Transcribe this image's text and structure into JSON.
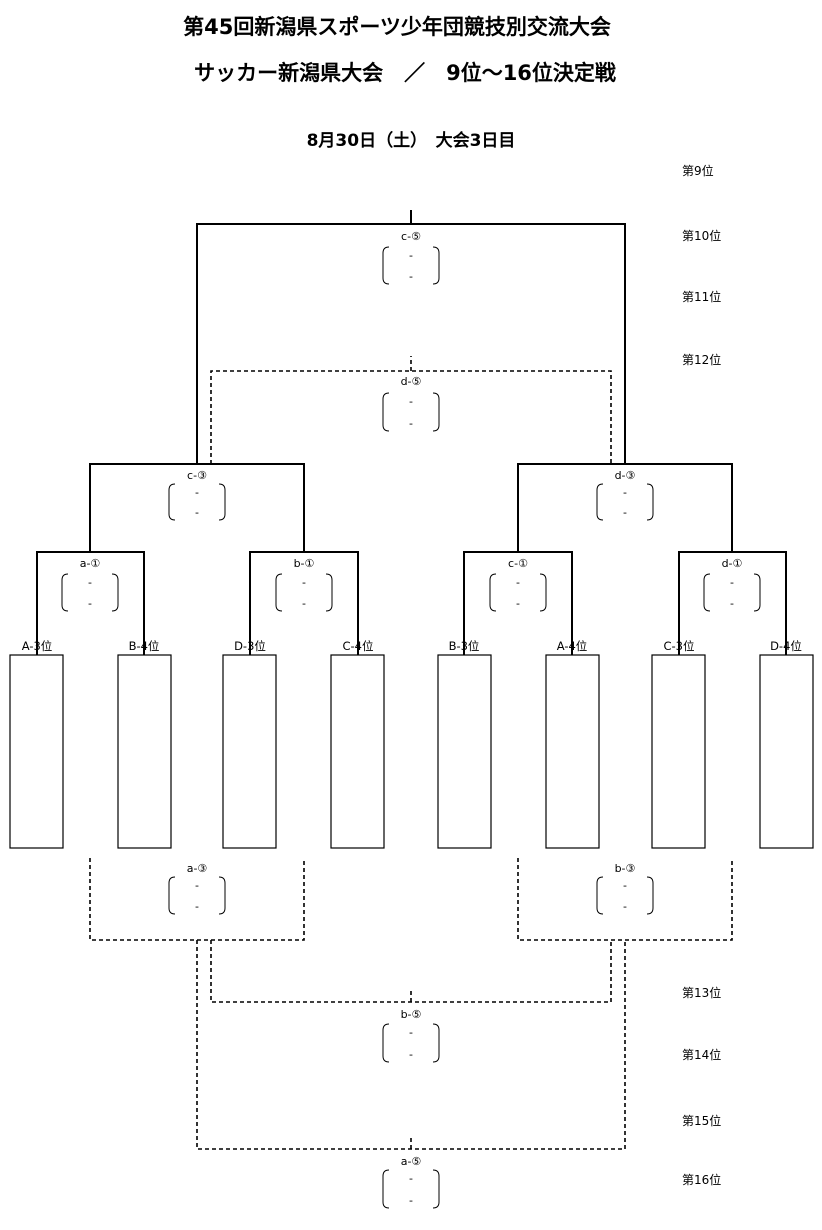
{
  "title_line1": "第45回新潟県スポーツ少年団競技別交流大会",
  "title_line2": "サッカー新潟県大会　／　9位～16位決定戦",
  "date_line": "8月30日（土）　大会3日目",
  "ranks": {
    "r9": "第9位",
    "r10": "第10位",
    "r11": "第11位",
    "r12": "第12位",
    "r13": "第13位",
    "r14": "第14位",
    "r15": "第15位",
    "r16": "第16位"
  },
  "teams": [
    "A-3位",
    "B-4位",
    "D-3位",
    "C-4位",
    "B-3位",
    "A-4位",
    "C-3位",
    "D-4位"
  ],
  "matches": {
    "a1": "a-①",
    "b1": "b-①",
    "c1": "c-①",
    "d1": "d-①",
    "c3": "c-③",
    "d3": "d-③",
    "a3": "a-③",
    "b3": "b-③",
    "c5": "c-⑤",
    "d5": "d-⑤",
    "b5": "b-⑤",
    "a5": "a-⑤"
  },
  "score_placeholder": "-"
}
